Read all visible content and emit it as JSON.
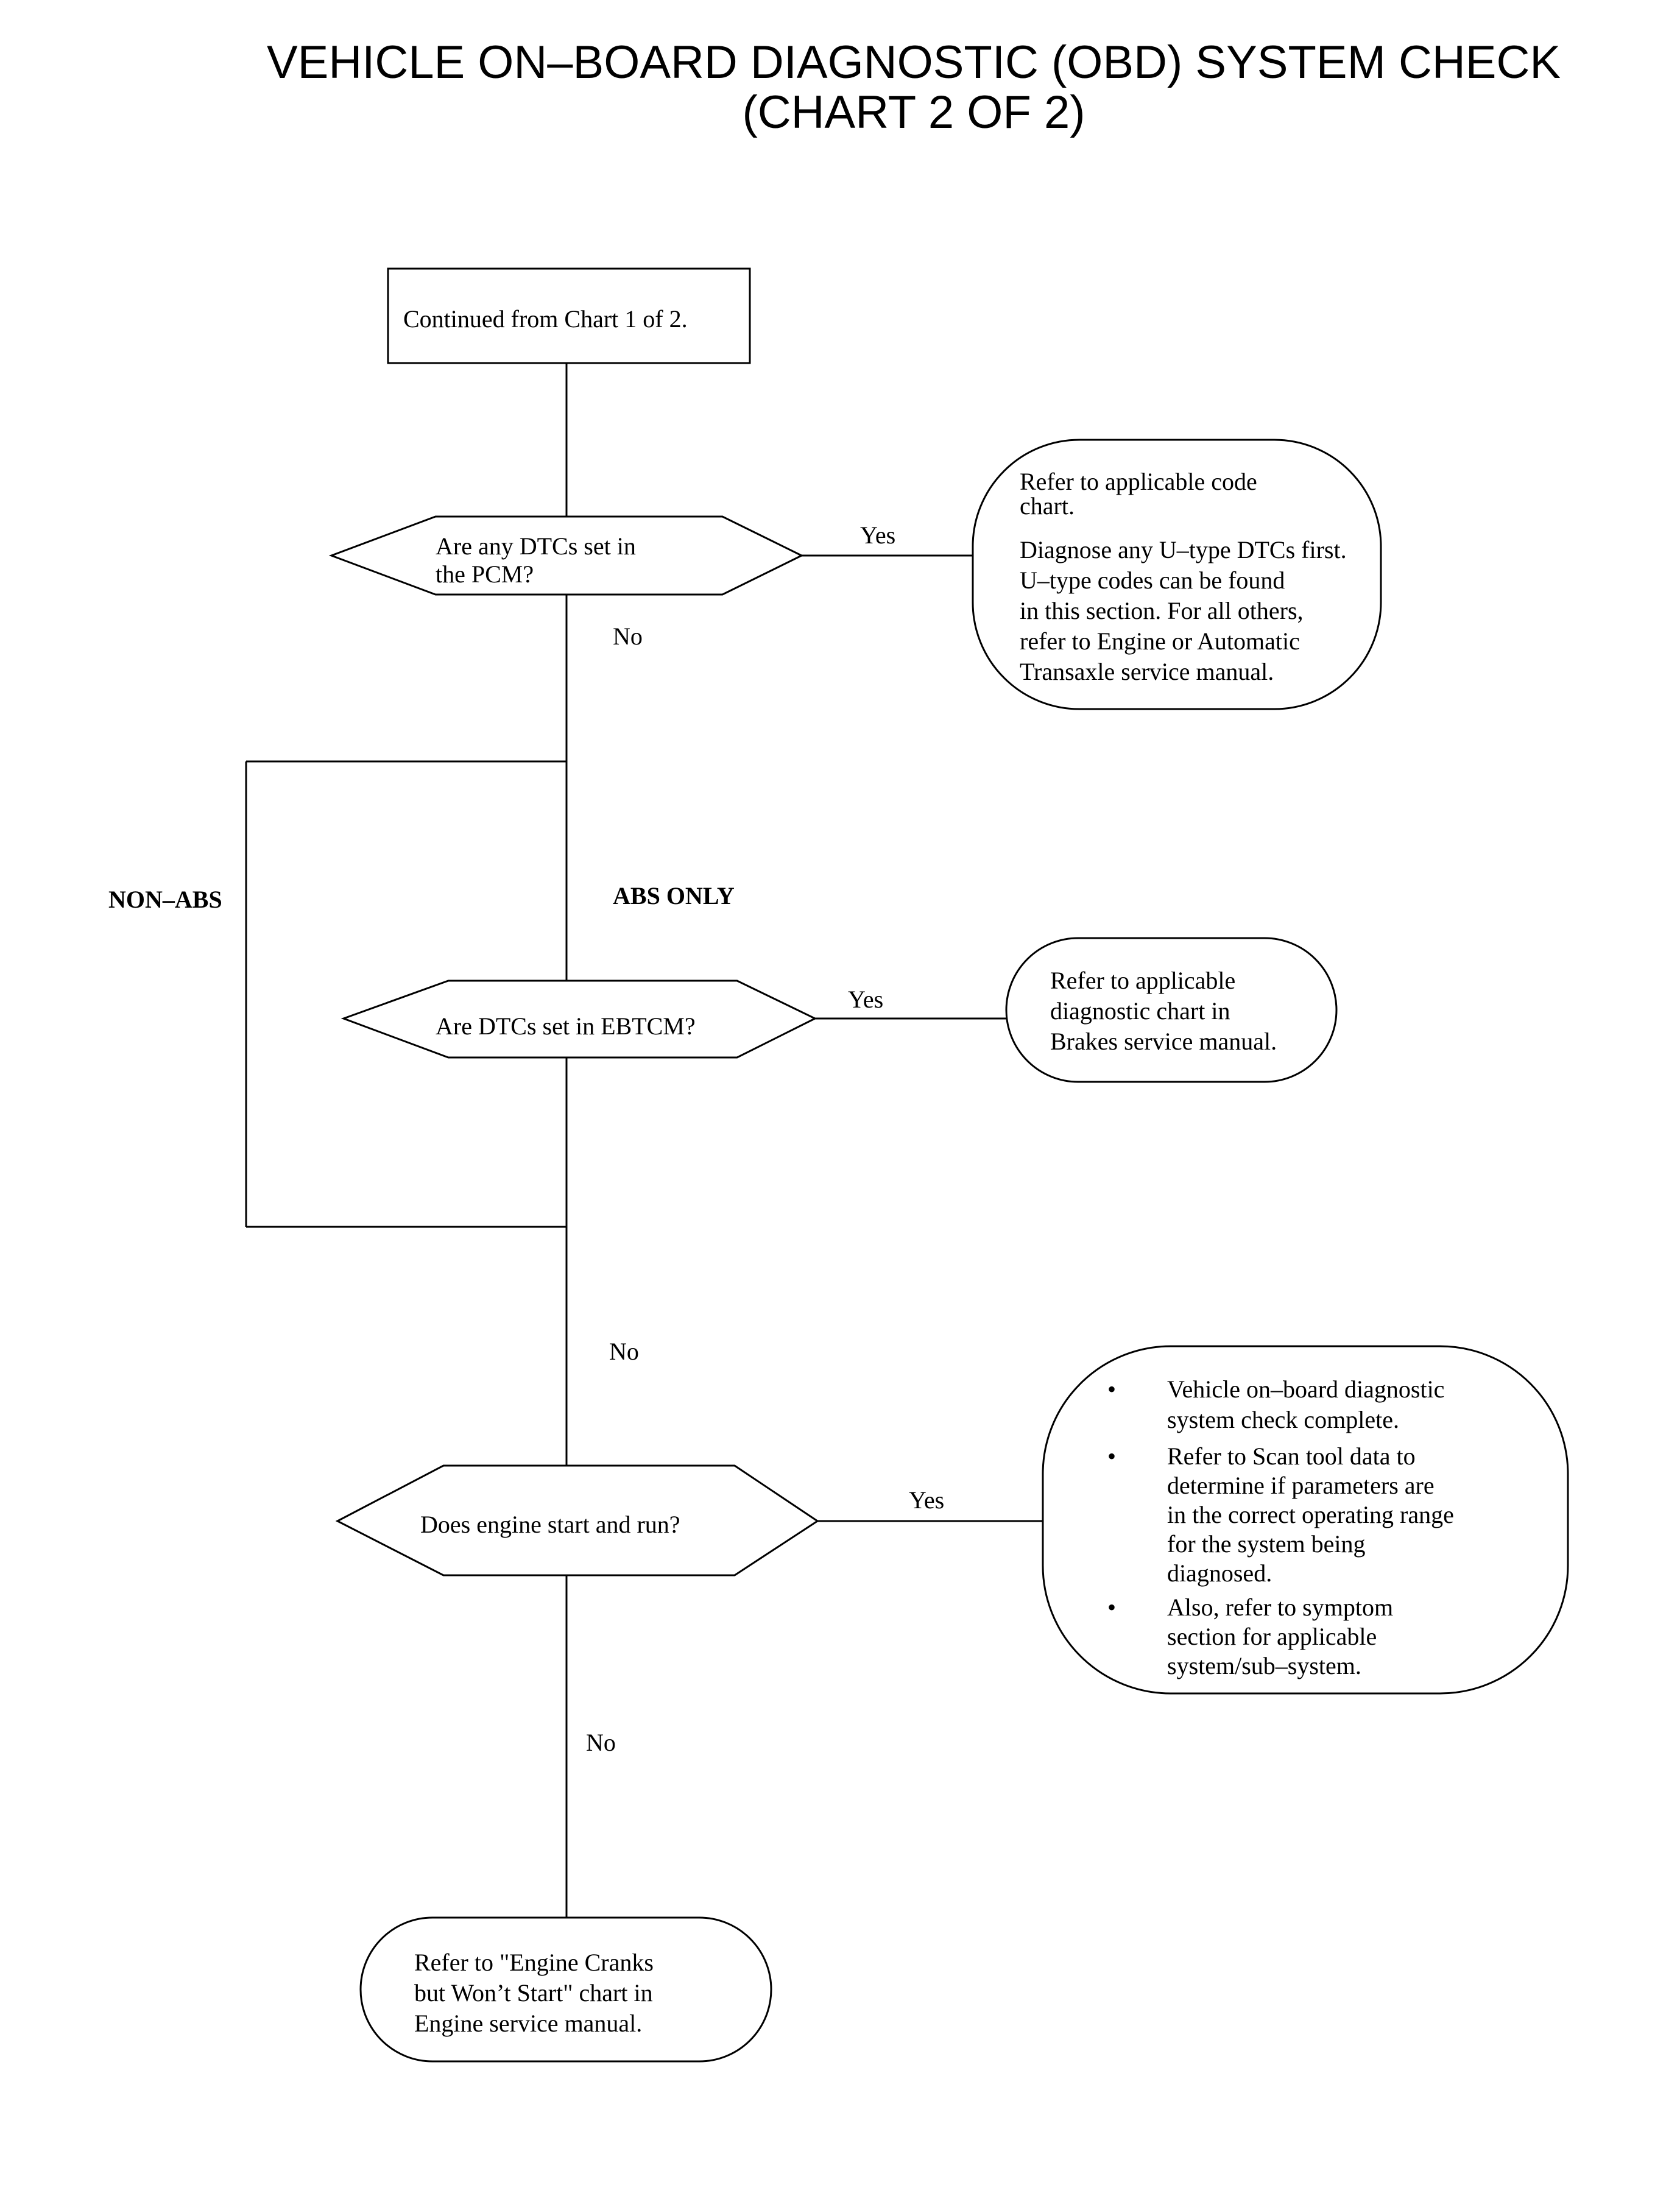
{
  "title": {
    "line1": "VEHICLE ON–BOARD DIAGNOSTIC (OBD) SYSTEM CHECK",
    "line2": "(CHART 2 OF 2)"
  },
  "nodes": {
    "start": [
      "Continued from Chart 1 of 2."
    ],
    "q_pcm": [
      "Are any DTCs set in",
      "the PCM?"
    ],
    "r_code_chart": {
      "para1": [
        "Refer to applicable code",
        "chart."
      ],
      "para2": [
        "Diagnose any U–type DTCs first.",
        "U–type codes can be found",
        "in this section. For all others,",
        "refer to Engine or Automatic",
        "Transaxle service manual."
      ]
    },
    "q_ebtcm": [
      "Are DTCs set in EBTCM?"
    ],
    "r_brakes": [
      "Refer to applicable",
      "diagnostic chart in",
      "Brakes service manual."
    ],
    "q_engine": [
      "Does engine start and run?"
    ],
    "r_complete": {
      "bullet": "•",
      "items": [
        [
          "Vehicle on–board diagnostic",
          "system check complete."
        ],
        [
          "Refer to Scan tool data to",
          "determine if parameters are",
          "in the correct operating range",
          "for the system being",
          "diagnosed."
        ],
        [
          "Also, refer to symptom",
          "section for applicable",
          "system/sub–system."
        ]
      ]
    },
    "r_cranks": [
      "Refer to \"Engine Cranks",
      "but Won’t Start\" chart in",
      "Engine service manual."
    ]
  },
  "edges": {
    "yes1": "Yes",
    "no1": "No",
    "non_abs": "NON–ABS",
    "abs_only": "ABS ONLY",
    "yes2": "Yes",
    "no2": "No",
    "yes3": "Yes",
    "no3": "No"
  }
}
